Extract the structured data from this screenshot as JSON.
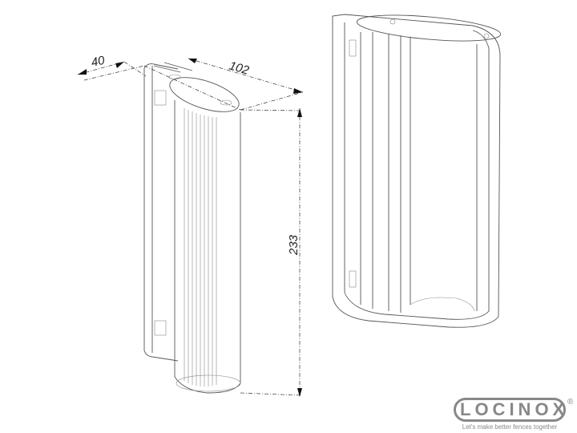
{
  "dimensions": {
    "depth": "40",
    "width": "102",
    "height": "233"
  },
  "logo": {
    "brand": "LOCINOX",
    "tagline": "Let's make better fences together",
    "registered": "®"
  },
  "colors": {
    "line": "#555555",
    "logo": "#888888"
  }
}
